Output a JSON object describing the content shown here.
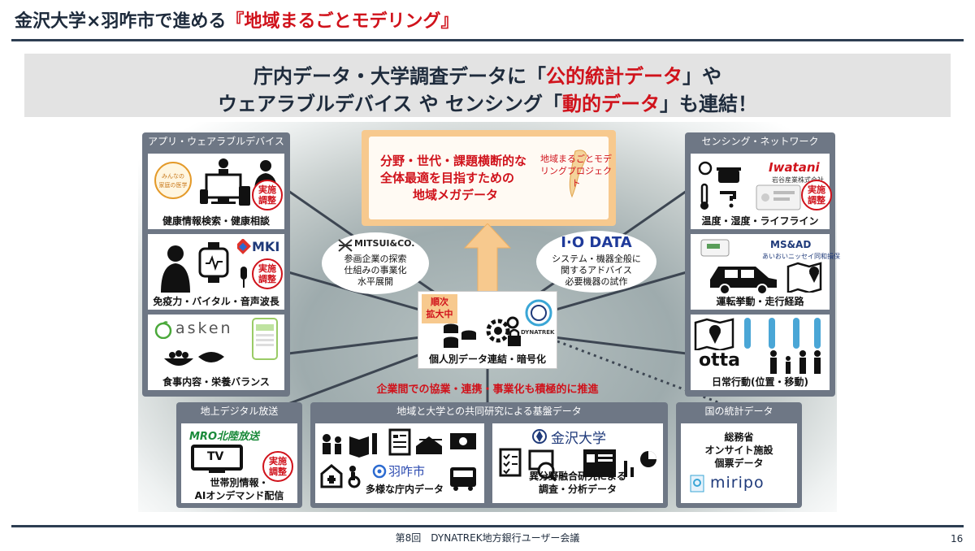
{
  "header": {
    "title_prefix": "金沢大学×羽咋市で進める",
    "title_highlight": "『地域まるごとモデリング』"
  },
  "banner": {
    "line1_a": "庁内データ・大学調査データに「",
    "line1_hl": "公的統計データ",
    "line1_b": "」や",
    "line2_a": "ウェアラブルデバイス や センシング「",
    "line2_hl": "動的データ",
    "line2_b": "」も連結！"
  },
  "left_panel": {
    "title": "アプリ・ウェアラブルデバイス",
    "cards": [
      {
        "label": "健康情報検索・健康相談",
        "logo": "みんなの家庭の医学",
        "stamp": "実施調整"
      },
      {
        "label": "免疫力・バイタル・音声波長",
        "logo": "MKI",
        "stamp": "実施調整"
      },
      {
        "label": "食事内容・栄養バランス",
        "logo": "asken"
      }
    ]
  },
  "right_panel": {
    "title": "センシング・ネットワーク",
    "cards": [
      {
        "label": "温度・湿度・ライフライン",
        "logo": "Iwatani",
        "logo_sub": "岩谷産業株式会社",
        "stamp": "実施調整"
      },
      {
        "label": "運転挙動・走行経路",
        "logo": "MS&AD",
        "logo_sub": "あいおいニッセイ同和損保"
      },
      {
        "label": "日常行動(位置・移動)",
        "logo": "otta"
      }
    ]
  },
  "mega": {
    "line1": "分野・世代・課題横断的な",
    "line2": "全体最適を目指すための",
    "line3": "地域メガデータ",
    "project": "地域まるごとモデリングプロジェクト"
  },
  "hub": {
    "tag": "順次拡大中",
    "label": "個人別データ連結・暗号化",
    "logo": "DYNATREK"
  },
  "mitsui": {
    "logo": "MITSUI&CO.",
    "line1": "参画企業の探索",
    "line2": "仕組みの事業化",
    "line3": "水平展開"
  },
  "iodata": {
    "logo": "I·O DATA",
    "line1": "システム・機器全般に",
    "line2": "関するアドバイス",
    "line3": "必要機器の試作"
  },
  "collab_text": "企業間での協業・連携・事業化も積極的に推進",
  "broadcast": {
    "title": "地上デジタル放送",
    "logo": "MRO北陸放送",
    "tv": "TV",
    "label1": "世帯別情報・",
    "label2": "AIオンデマンド配信",
    "stamp": "実施調整"
  },
  "joint": {
    "title": "地域と大学との共同研究による基盤データ",
    "city": "羽咋市",
    "city_label": "多様な庁内データ",
    "univ": "金沢大学",
    "univ_label1": "異分野融合研究による",
    "univ_label2": "調査・分析データ"
  },
  "national": {
    "title": "国の統計データ",
    "line1": "総務省",
    "line2": "オンサイト施設",
    "line3": "個票データ",
    "logo": "miripo"
  },
  "footer": {
    "text": "第8回　DYNATREK地方銀行ユーザー会議",
    "page": "16"
  },
  "colors": {
    "accent_red": "#d0121b",
    "panel_gray": "#6e7785",
    "navy": "#1e2b3c",
    "orange": "#f7c98e"
  }
}
